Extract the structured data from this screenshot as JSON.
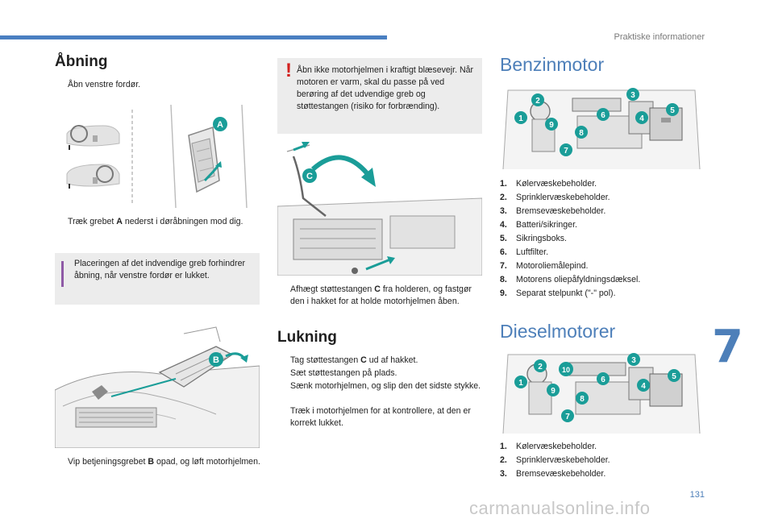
{
  "header": {
    "running_title": "Praktiske informationer",
    "page_number": "131",
    "chapter": "7"
  },
  "opening": {
    "title": "Åbning",
    "step1": "Åbn venstre fordør.",
    "step2_pre": "Træk grebet ",
    "step2_key": "A",
    "step2_post": " nederst i døråbningen mod dig.",
    "info": "Placeringen af det indvendige greb forhindrer åbning, når venstre fordør er lukket.",
    "step3_pre": "Vip betjeningsgrebet ",
    "step3_key": "B",
    "step3_post": " opad, og løft motorhjelmen."
  },
  "warning": "Åbn ikke motorhjelmen i kraftigt blæsevejr. Når motoren er varm, skal du passe på ved berøring af det udvendige greb og støttestangen (risiko for forbrænding).",
  "prop": {
    "pre": "Afhægt støttestangen ",
    "key": "C",
    "post": " fra holderen, og fastgør den i hakket for at holde motorhjelmen åben."
  },
  "closing": {
    "title": "Lukning",
    "s1_pre": "Tag støttestangen ",
    "s1_key": "C",
    "s1_post": " ud af hakket.",
    "s2": "Sæt støttestangen på plads.",
    "s3": "Sænk motorhjelmen, og slip den det sidste stykke.",
    "s4": "Træk i motorhjelmen for at kontrollere, at den er korrekt lukket."
  },
  "petrol": {
    "title": "Benzinmotor",
    "items": [
      {
        "n": "1.",
        "t": "Kølervæskebeholder."
      },
      {
        "n": "2.",
        "t": "Sprinklervæskebeholder."
      },
      {
        "n": "3.",
        "t": "Bremsevæskebeholder."
      },
      {
        "n": "4.",
        "t": "Batteri/sikringer."
      },
      {
        "n": "5.",
        "t": "Sikringsboks."
      },
      {
        "n": "6.",
        "t": "Luftfilter."
      },
      {
        "n": "7.",
        "t": "Motoroliemålepind."
      },
      {
        "n": "8.",
        "t": "Motorens oliepåfyldningsdæksel."
      },
      {
        "n": "9.",
        "t": "Separat stelpunkt (\"-\" pol)."
      }
    ]
  },
  "diesel": {
    "title": "Dieselmotorer",
    "items": [
      {
        "n": "1.",
        "t": "Kølervæskebeholder."
      },
      {
        "n": "2.",
        "t": "Sprinklervæskebeholder."
      },
      {
        "n": "3.",
        "t": "Bremsevæskebeholder."
      }
    ]
  },
  "labels": {
    "a": "A",
    "b": "B",
    "c": "C",
    "e1": "1",
    "e2": "2",
    "e3": "3",
    "e4": "4",
    "e5": "5",
    "e6": "6",
    "e7": "7",
    "e8": "8",
    "e9": "9",
    "e10": "10"
  },
  "bullet_glyph": "",
  "watermark": "carmanualsonline.info",
  "colors": {
    "accent": "#4d7fb9",
    "callout": "#1a9d98",
    "info_bar": "#8f5aa6",
    "warning": "#d2201e"
  }
}
